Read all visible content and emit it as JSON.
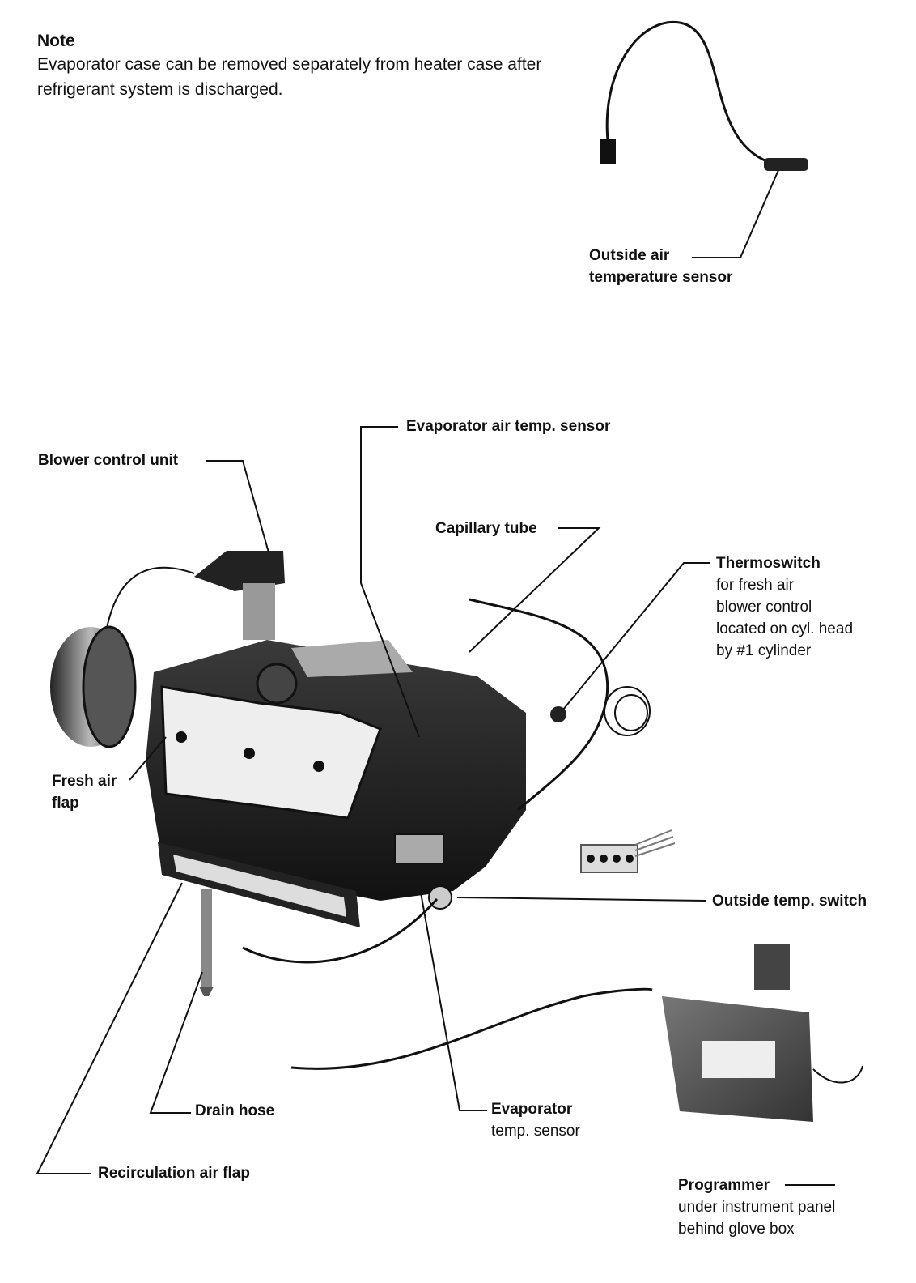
{
  "note": {
    "title": "Note",
    "text": "Evaporator case can be removed separately from heater case after refrigerant system is discharged."
  },
  "labels": {
    "outside_air_sensor": {
      "line1": "Outside air",
      "line2": "temperature sensor"
    },
    "evaporator_air_temp_sensor": "Evaporator air temp. sensor",
    "blower_control_unit": "Blower control unit",
    "capillary_tube": "Capillary tube",
    "thermoswitch": {
      "title": "Thermoswitch",
      "line1": "for fresh air",
      "line2": "blower control",
      "line3": "located on cyl. head",
      "line4": "by #1 cylinder"
    },
    "fresh_air_flap": {
      "line1": "Fresh air",
      "line2": "flap"
    },
    "outside_temp_switch": "Outside temp. switch",
    "drain_hose": "Drain hose",
    "evaporator_temp_sensor": {
      "title": "Evaporator",
      "line1": "temp. sensor"
    },
    "recirculation_air_flap": "Recirculation air flap",
    "programmer": {
      "title": "Programmer",
      "line1": "under instrument panel",
      "line2": "behind glove box"
    }
  },
  "colors": {
    "ink": "#111111",
    "paper": "#ffffff"
  }
}
